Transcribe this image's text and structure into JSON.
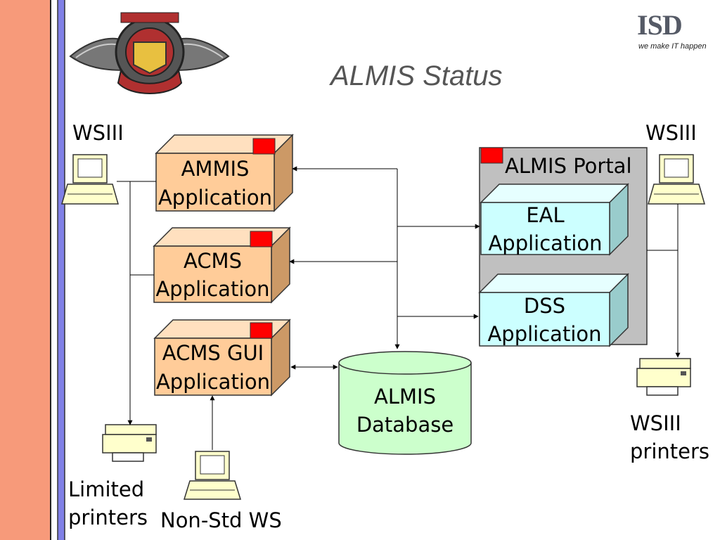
{
  "header": {
    "title": "ALMIS Status",
    "logo_text": "ISD",
    "tagline": "we make IT happen",
    "emblem_label": "emblem"
  },
  "diagram": {
    "left_ws_label": "WSIII",
    "right_ws_label": "WSIII",
    "ammis": {
      "line1": "AMMIS",
      "line2": "Application"
    },
    "acms": {
      "line1": "ACMS",
      "line2": "Application"
    },
    "acms_gui": {
      "line1": "ACMS GUI",
      "line2": "Application"
    },
    "portal_label": "ALMIS Portal",
    "eal": {
      "line1": "EAL",
      "line2": "Application"
    },
    "dss": {
      "line1": "DSS",
      "line2": "Application"
    },
    "database": {
      "line1": "ALMIS",
      "line2": "Database"
    },
    "limited_printers": {
      "line1": "Limited",
      "line2": "printers"
    },
    "nonstd_ws": "Non-Std WS",
    "wsiii_printers": {
      "line1": "WSIII",
      "line2": "printers"
    }
  },
  "colors": {
    "left_stripe": "#f79a7a",
    "blue_stripe": "#8080e6",
    "app_box": "#ffcc99",
    "app_box_side": "#cc9966",
    "portal_bg": "#c0c0c0",
    "portal_app": "#ccffff",
    "portal_app_side": "#99cccc",
    "database": "#ccffcc",
    "status_flag": "#ff0000"
  }
}
